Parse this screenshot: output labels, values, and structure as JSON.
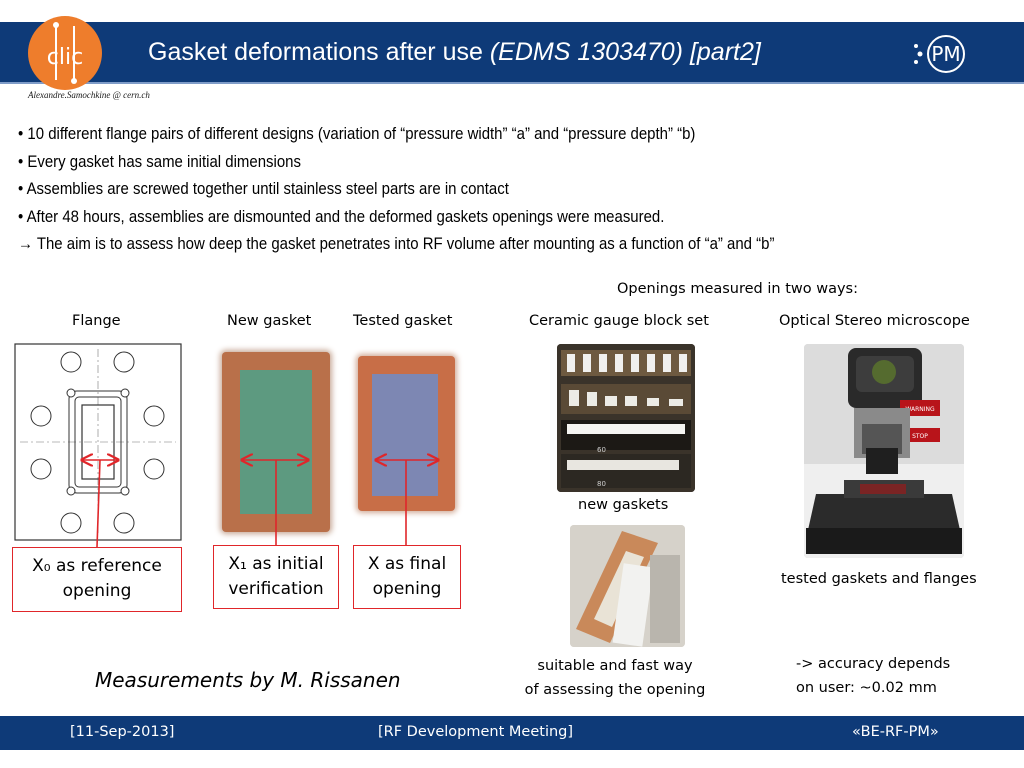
{
  "header": {
    "title_main": "Gasket deformations after use ",
    "title_italic": "(EDMS 1303470) [part2]",
    "logo_left": "clic",
    "logo_right": "PM"
  },
  "author_email": "Alexandre.Samochkine @ cern.ch",
  "bullets": [
    "• 10 different flange pairs of different designs (variation of “pressure width” “a” and “pressure depth” “b)",
    "• Every gasket has same initial dimensions",
    "• Assemblies are screwed together until stainless steel parts are in contact",
    "• After 48 hours, assemblies are dismounted and the deformed gaskets openings were measured.",
    "→ The aim is to assess how deep the gasket penetrates into RF volume after mounting as a function of “a” and “b”"
  ],
  "labels": {
    "openings_heading": "Openings measured in two ways:",
    "flange": "Flange",
    "new_gasket": "New gasket",
    "tested_gasket": "Tested gasket",
    "ceramic": "Ceramic gauge block set",
    "optical": "Optical Stereo microscope",
    "new_gaskets": "new gaskets",
    "tested_gaskets_flanges": "tested gaskets and flanges",
    "suitable_1": "suitable and fast way",
    "suitable_2": "of assessing the opening",
    "accuracy_1": "-> accuracy depends",
    "accuracy_2": "on user:  ~0.02 mm"
  },
  "boxes": {
    "x0_line1": "X₀ as reference",
    "x0_line2": "opening",
    "x1_line1": "X₁ as initial",
    "x1_line2": "verification",
    "x_line1": "X as final",
    "x_line2": "opening"
  },
  "photo_text": {
    "gauge_60": "60",
    "gauge_80": "80",
    "micro_warn_1": "WARNING",
    "micro_warn_2": "STOP"
  },
  "measurements": "Measurements by M. Rissanen",
  "footer": {
    "date": "[11-Sep-2013]",
    "meeting": "[RF Development Meeting]",
    "group": "«BE-RF-PM»"
  },
  "colors": {
    "header_bg": "#0e3a78",
    "accent_red": "#e0262a",
    "clic_orange": "#ee7d2c"
  }
}
